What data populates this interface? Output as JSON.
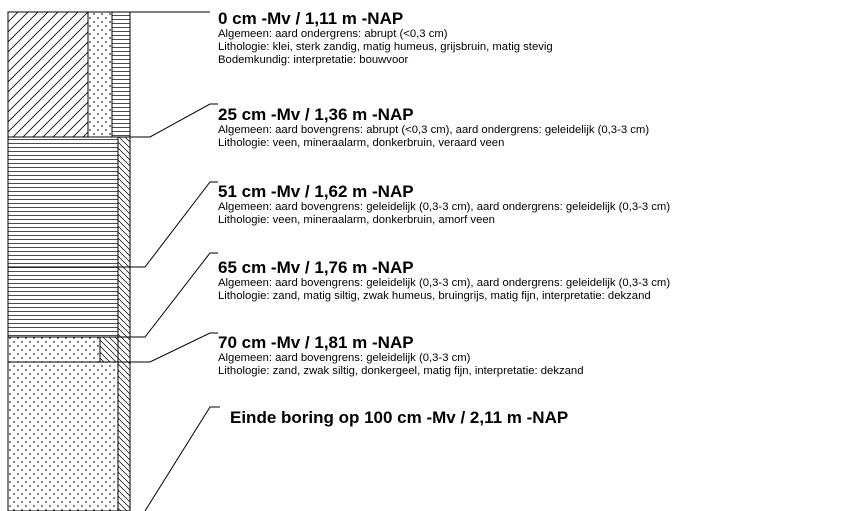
{
  "layers": [
    {
      "title": "0 cm -Mv / 1,11 m -NAP",
      "lines": [
        "Algemeen: aard ondergrens: abrupt (<0,3 cm)",
        "Lithologie: klei, sterk zandig, matig humeus, grijsbruin, matig stevig",
        "Bodemkundig: interpretatie: bouwvoor"
      ]
    },
    {
      "title": "25 cm -Mv / 1,36 m -NAP",
      "lines": [
        "Algemeen: aard bovengrens: abrupt (<0,3 cm), aard ondergrens: geleidelijk (0,3-3 cm)",
        "Lithologie: veen, mineraalarm, donkerbruin, veraard veen"
      ]
    },
    {
      "title": "51 cm -Mv / 1,62 m -NAP",
      "lines": [
        "Algemeen: aard bovengrens: geleidelijk (0,3-3 cm), aard ondergrens: geleidelijk (0,3-3 cm)",
        "Lithologie: veen, mineraalarm, donkerbruin, amorf veen"
      ]
    },
    {
      "title": "65 cm -Mv / 1,76 m -NAP",
      "lines": [
        "Algemeen: aard bovengrens: geleidelijk (0,3-3 cm), aard ondergrens: geleidelijk (0,3-3 cm)",
        "Lithologie: zand, matig siltig, zwak humeus, bruingrijs, matig fijn, interpretatie: dekzand"
      ]
    },
    {
      "title": "70 cm -Mv / 1,81 m -NAP",
      "lines": [
        "Algemeen: aard bovengrens: geleidelijk (0,3-3 cm)",
        "Lithologie: zand, zwak siltig, donkergeel, matig fijn, interpretatie: dekzand"
      ]
    }
  ],
  "end_text": "Einde boring op 100 cm -Mv / 2,11 m -NAP"
}
